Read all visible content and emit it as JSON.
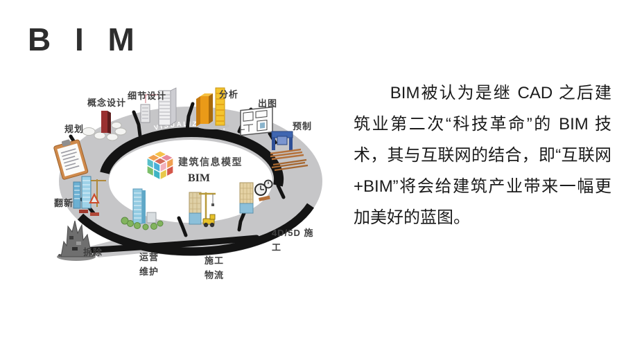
{
  "slide": {
    "title": "B I M",
    "paragraph": "BIM被认为是继 CAD 之后建筑业第二次“科技革命”的 BIM 技术，其与互联网的结合，即“互联网+BIM”将会给建筑产业带来一幅更加美好的蓝图。"
  },
  "diagram": {
    "band_label": "VISUALIZATION",
    "center": {
      "line1": "建筑信息模型",
      "line2": "BIM"
    },
    "stages": [
      {
        "id": "planning",
        "label": "规划",
        "icon": "clipboard-icon"
      },
      {
        "id": "concept-design",
        "label": "概念设计",
        "icon": "concept-tower-icon"
      },
      {
        "id": "detail-design",
        "label": "细节设计",
        "icon": "skyscraper-icon"
      },
      {
        "id": "analysis",
        "label": "分析",
        "icon": "analysis-towers-icon"
      },
      {
        "id": "drawing-output",
        "label": "出图",
        "icon": "floorplan-icon"
      },
      {
        "id": "prefabrication",
        "label": "预制",
        "icon": "prefab-machine-icon"
      },
      {
        "id": "4d5d-construction",
        "label": "4D/5D 施工",
        "icon": "construction-clock-icon"
      },
      {
        "id": "construction-logistics",
        "label": "施工物流",
        "icon": "crane-loader-icon"
      },
      {
        "id": "operation-maintenance",
        "label": "运营维护",
        "icon": "tower-trees-icon"
      },
      {
        "id": "demolition",
        "label": "拆除",
        "icon": "rubble-icon"
      },
      {
        "id": "renovation",
        "label": "翻新",
        "icon": "renovation-crane-icon"
      }
    ],
    "colors": {
      "ring_gray": "#c6c6c8",
      "band_black": "#141414",
      "label_text": "#3f3f3f",
      "band_text": "#ffffff"
    }
  }
}
